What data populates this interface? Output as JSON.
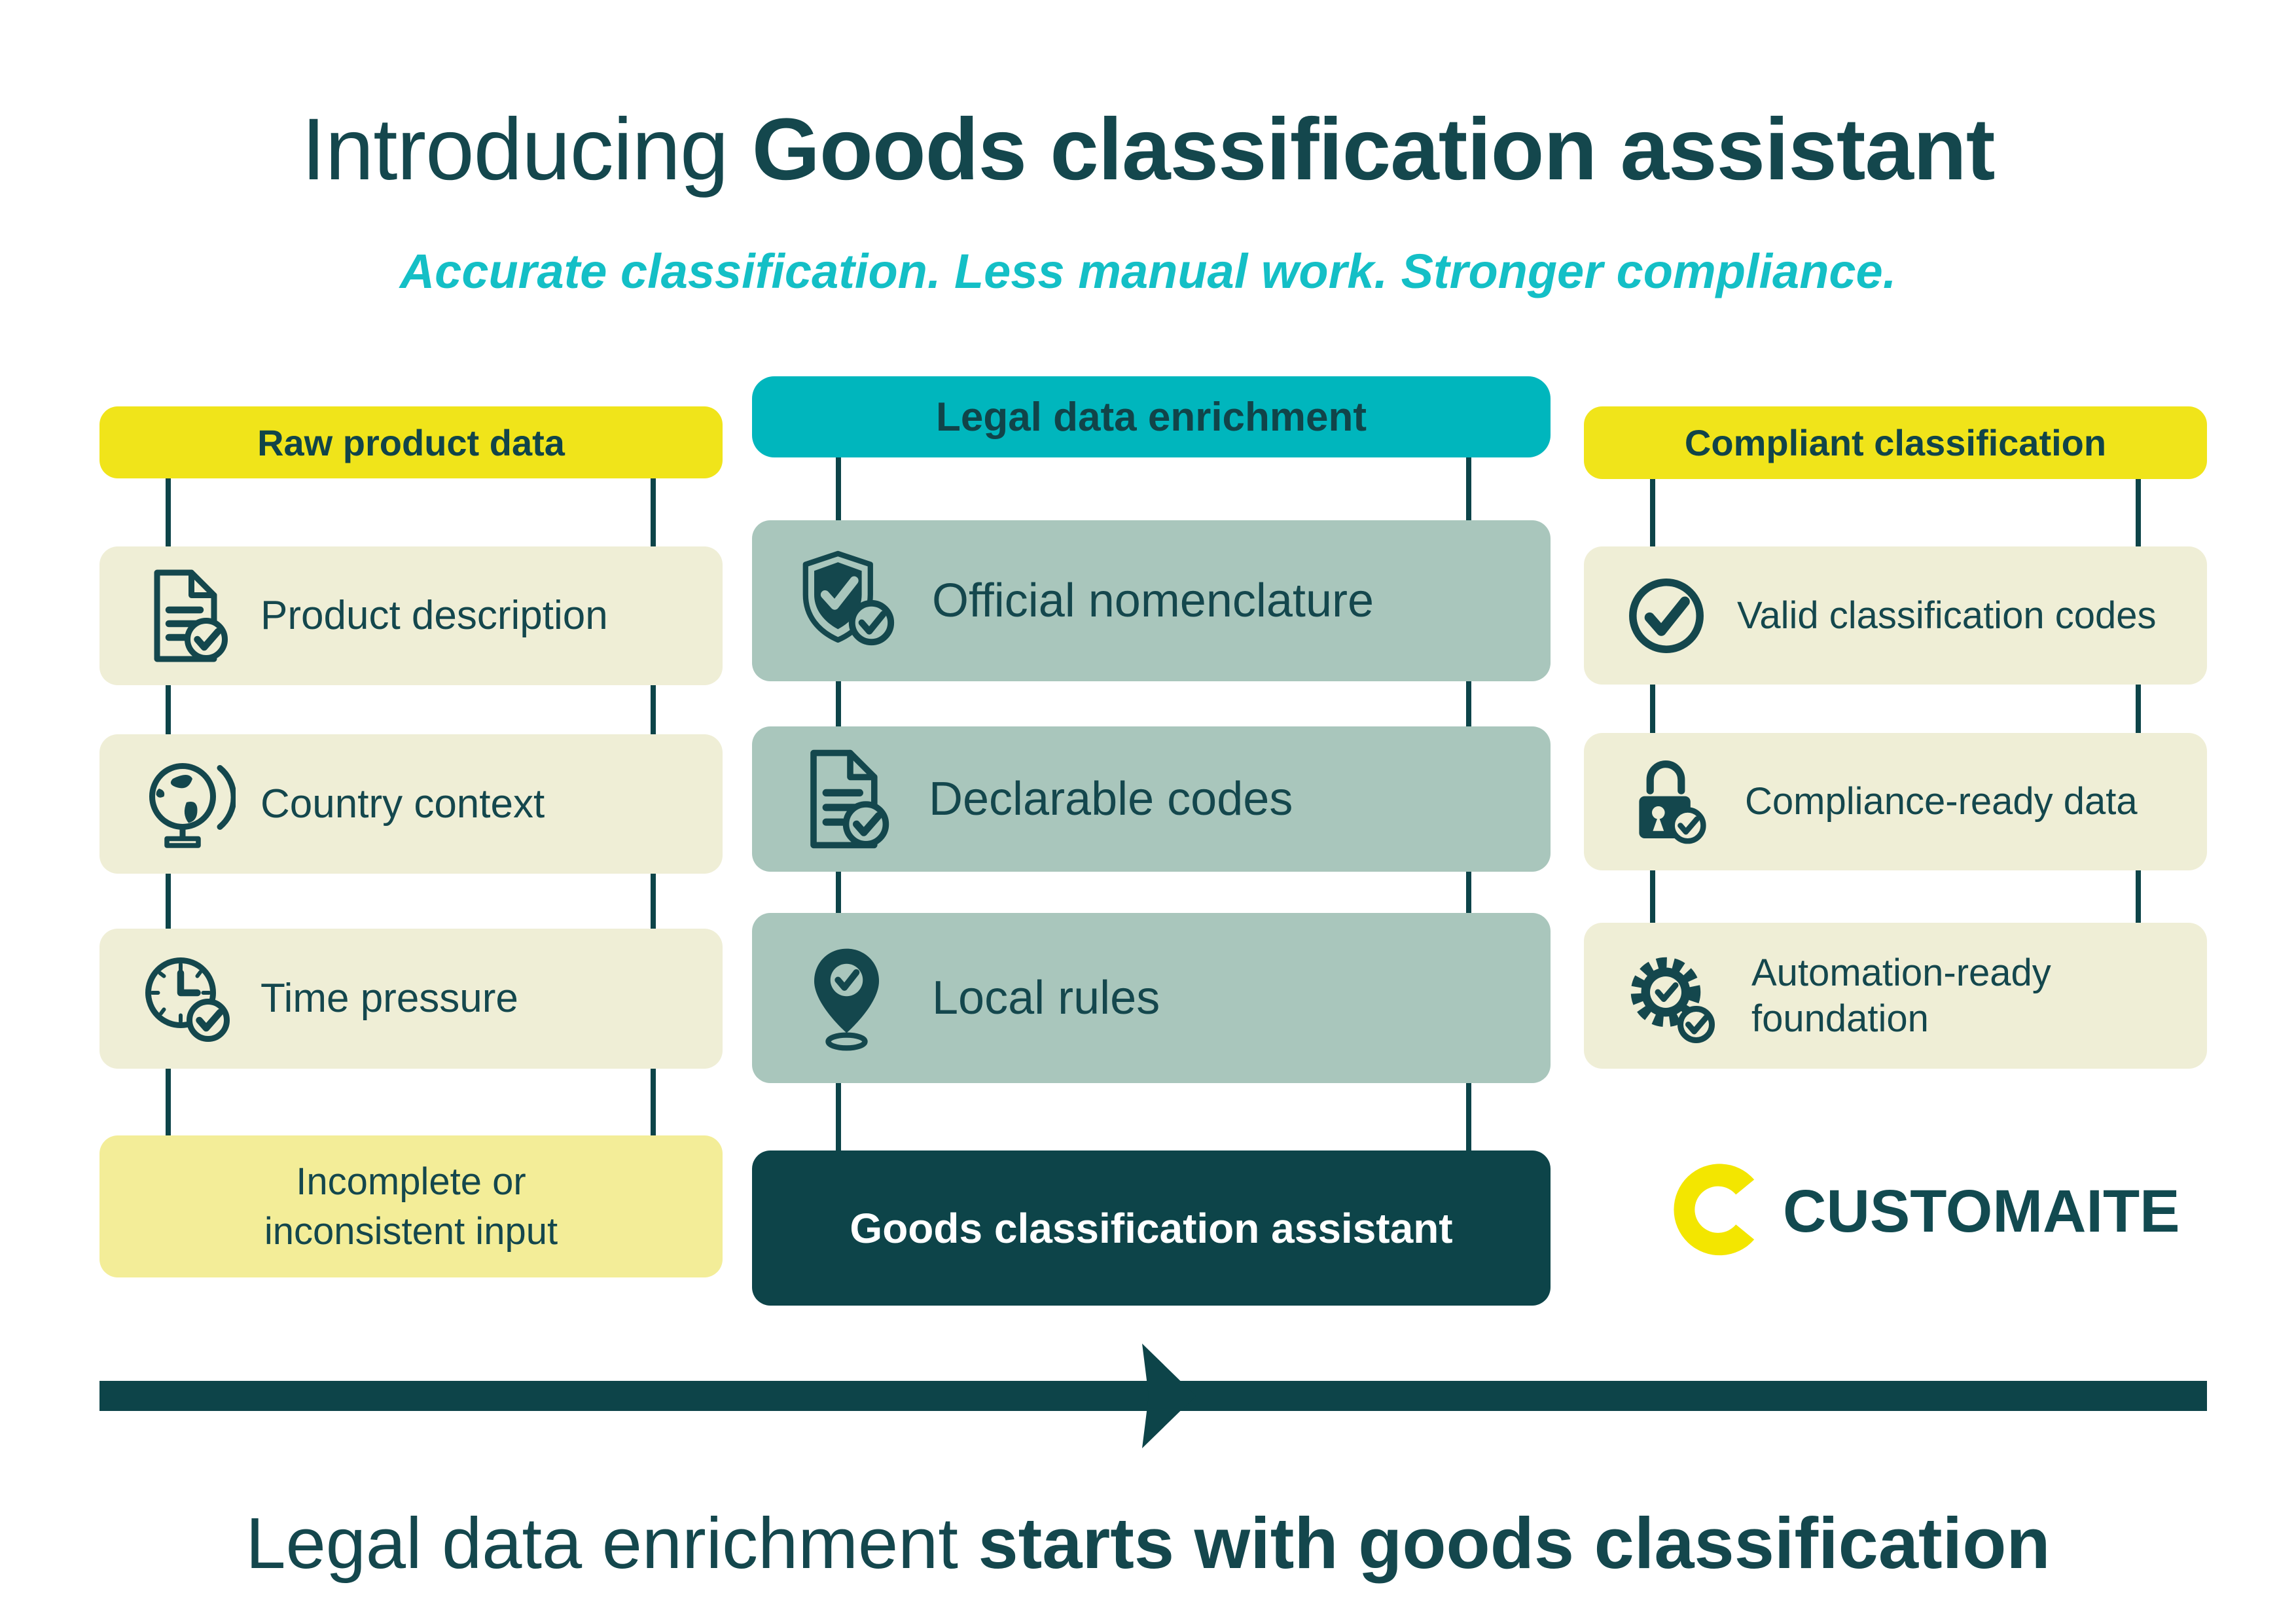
{
  "title": {
    "prefix": "Introducing ",
    "emphasis": "Goods classification assistant"
  },
  "subtitle": "Accurate classification. Less manual work. Stronger compliance.",
  "columns": [
    {
      "header": "Raw product data",
      "items": [
        {
          "label": "Product description",
          "icon": "document-check-icon"
        },
        {
          "label": "Country context",
          "icon": "globe-icon"
        },
        {
          "label": "Time pressure",
          "icon": "clock-check-icon"
        },
        {
          "label": "Incomplete or inconsistent input",
          "icon": "none"
        }
      ]
    },
    {
      "header": "Legal data enrichment",
      "items": [
        {
          "label": "Official nomenclature",
          "icon": "shield-check-icon"
        },
        {
          "label": "Declarable codes",
          "icon": "document-check-icon"
        },
        {
          "label": "Local rules",
          "icon": "map-pin-check-icon"
        }
      ]
    },
    {
      "header": "Compliant classification",
      "items": [
        {
          "label": "Valid classification codes",
          "icon": "check-circle-icon"
        },
        {
          "label": "Compliance-ready data",
          "icon": "lock-check-icon"
        },
        {
          "label": "Automation-ready foundation",
          "icon": "gear-check-icon"
        }
      ]
    }
  ],
  "assistant_box": {
    "label": "Goods classification assistant"
  },
  "logo": {
    "mark": "customaite-mark",
    "text": "CUSTOMAITE"
  },
  "footer": {
    "prefix": "Legal data enrichment ",
    "emphasis": "starts with goods classification"
  },
  "colors": {
    "ink": "#14474d",
    "dark_teal_box": "#0d4449",
    "cyan_subtitle": "#14bfc6",
    "yellow_header": "#f0e41a",
    "pale_yellow_box": "#f3ed98",
    "cream_box": "#efeed6",
    "sage_box": "#a9c6bc",
    "teal_header": "#00b6bd",
    "logo_yellow": "#f3e600",
    "background": "#ffffff"
  }
}
